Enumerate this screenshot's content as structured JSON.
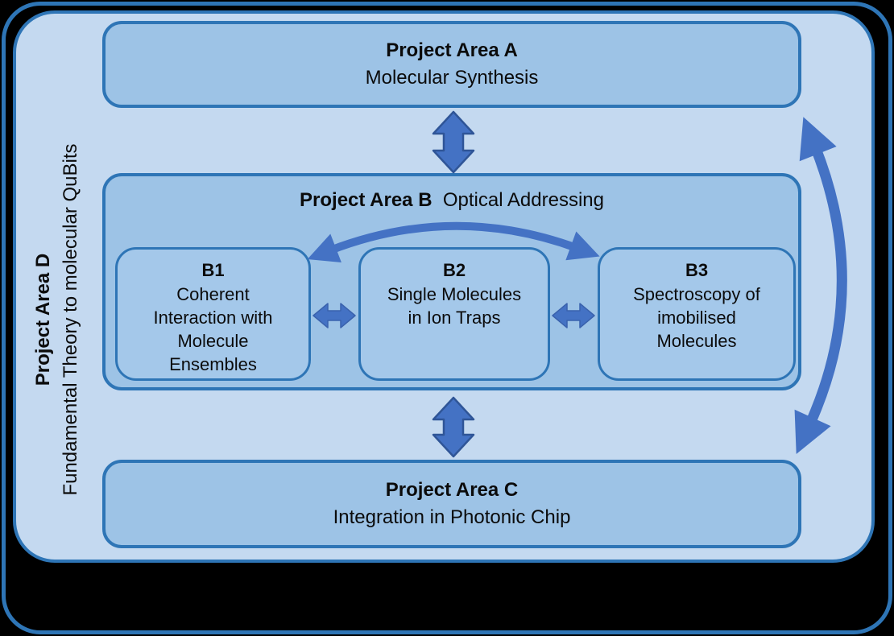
{
  "diagram": {
    "area_d": {
      "title": "Project Area D",
      "subtitle": "Fundamental Theory to molecular QuBits"
    },
    "area_a": {
      "title": "Project Area A",
      "subtitle": "Molecular Synthesis"
    },
    "area_b": {
      "title": "Project Area B",
      "subtitle": "Optical Addressing",
      "sub_areas": [
        {
          "label": "B1",
          "lines": [
            "Coherent",
            "Interaction with",
            "Molecule",
            "Ensembles"
          ]
        },
        {
          "label": "B2",
          "lines": [
            "Single Molecules",
            "in Ion Traps"
          ]
        },
        {
          "label": "B3",
          "lines": [
            "Spectroscopy of",
            "imobilised",
            "Molecules"
          ]
        }
      ]
    },
    "area_c": {
      "title": "Project Area C",
      "subtitle": "Integration in Photonic Chip"
    },
    "arrows": [
      "a-b-double-arrow",
      "b-c-double-arrow",
      "b1-b2-double-arrow",
      "b2-b3-double-arrow",
      "b1-b3-curved-double-arrow",
      "a-c-curved-double-arrow"
    ],
    "colors": {
      "background": "#000000",
      "frame_stroke": "#2e75b6",
      "panel_fill": "#c4d9f0",
      "box_fill": "#9dc3e6",
      "sub_box_fill": "#a4c8ea",
      "box_border": "#2e75b6",
      "arrow_fill": "#4472c4",
      "arrow_border": "#2f5597",
      "text": "#0b0b0b"
    }
  }
}
